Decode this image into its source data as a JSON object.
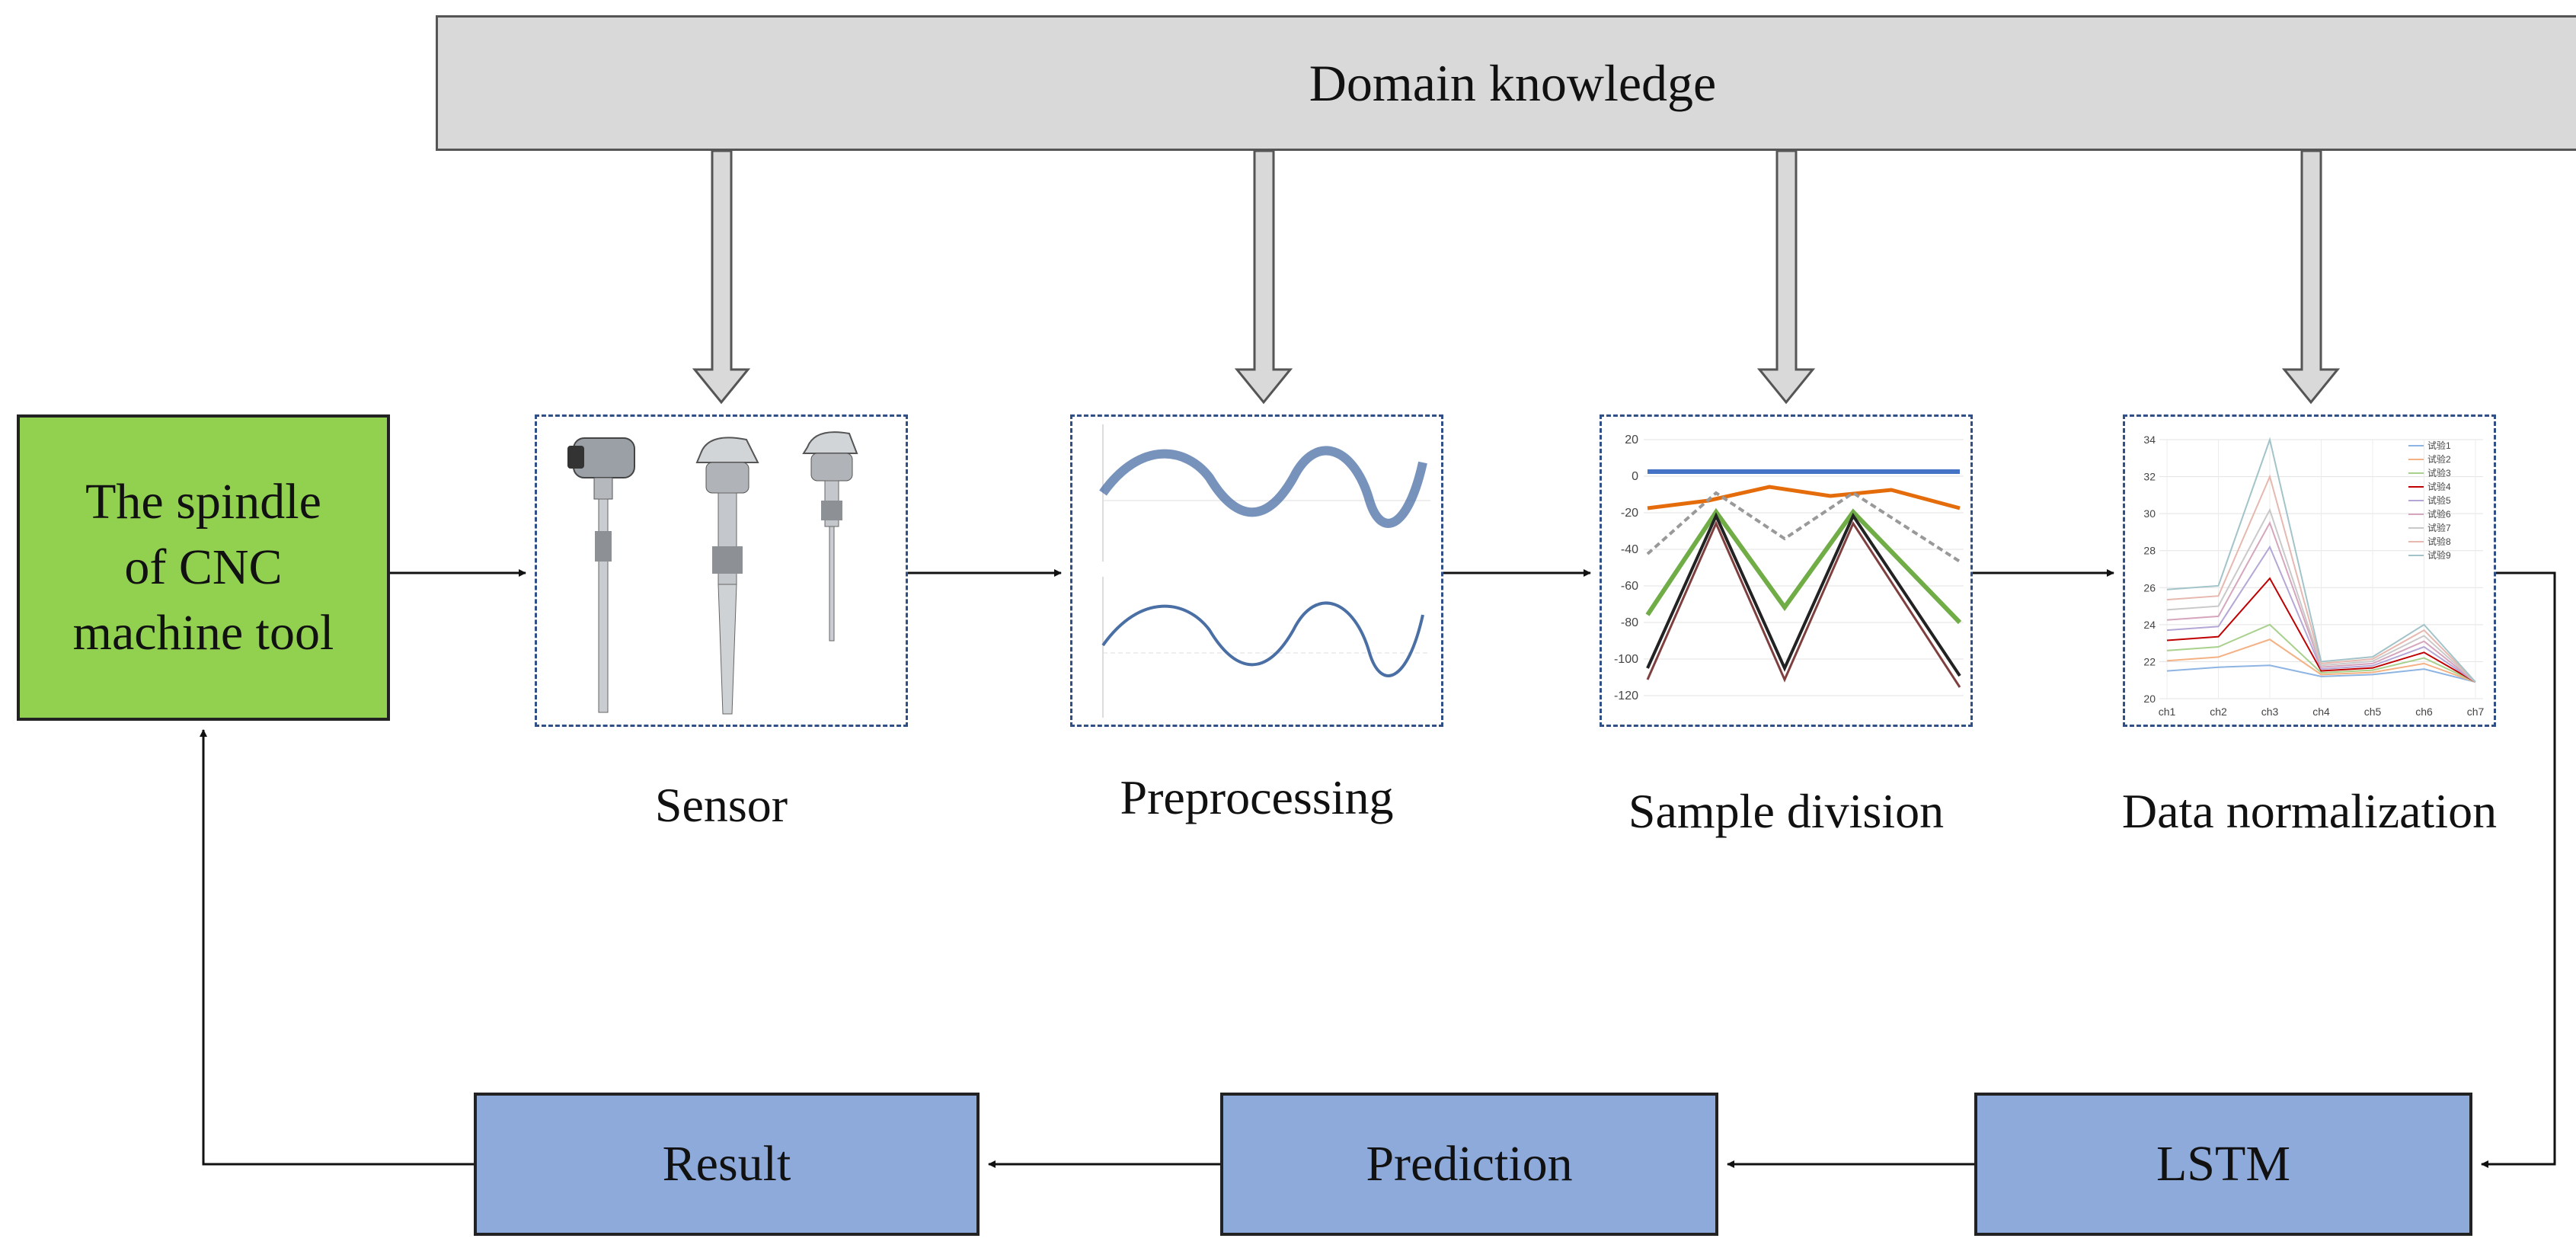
{
  "domain_knowledge": "Domain knowledge",
  "spindle": "The spindle\nof CNC\nmachine tool",
  "stages": [
    {
      "caption": "Sensor"
    },
    {
      "caption": "Preprocessing"
    },
    {
      "caption": "Sample division"
    },
    {
      "caption": "Data normalization"
    }
  ],
  "bottom": {
    "result": "Result",
    "prediction": "Prediction",
    "lstm": "LSTM"
  },
  "colors": {
    "spindle_fill": "#92d050",
    "model_fill": "#8eaadb",
    "domain_fill": "#d9d9d9",
    "panel_border": "#2f4f86"
  },
  "chart_sample_division": {
    "y_ticks": [
      "20",
      "0",
      "-20",
      "-40",
      "-60",
      "-80",
      "-100",
      "-120"
    ]
  },
  "chart_normalization": {
    "y_ticks": [
      "34",
      "32",
      "30",
      "28",
      "26",
      "24",
      "22",
      "20"
    ],
    "x_ticks": [
      "ch1",
      "ch2",
      "ch3",
      "ch4",
      "ch5",
      "ch6",
      "ch7"
    ],
    "legend": [
      "试验1",
      "试验2",
      "试验3",
      "试验4",
      "试验5",
      "试验6",
      "试验7",
      "试验8",
      "试验9"
    ]
  }
}
